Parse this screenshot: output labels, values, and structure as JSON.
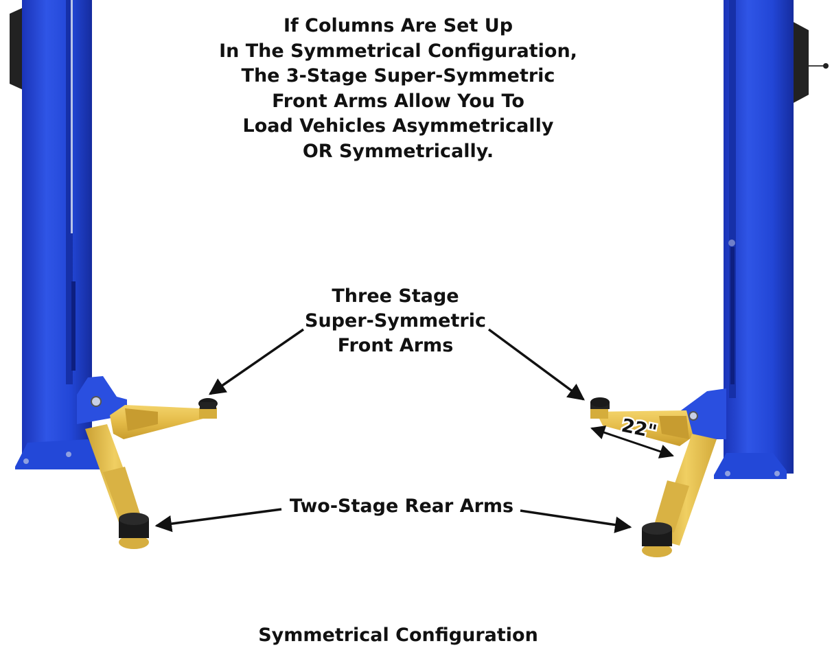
{
  "heading_lines": [
    "If Columns Are Set Up",
    "In The Symmetrical Configuration,",
    "The 3-Stage Super-Symmetric",
    "Front Arms Allow You To",
    "Load Vehicles Asymmetrically",
    "OR Symmetrically."
  ],
  "front_arms_label_lines": [
    "Three Stage",
    "Super-Symmetric",
    "Front Arms"
  ],
  "rear_arms_label": "Two-Stage Rear Arms",
  "dimension_label": "22\"",
  "caption": "Symmetrical Configuration",
  "colors": {
    "column_blue": "#1f3fcf",
    "arm_yellow": "#e8c14e",
    "pad_black": "#1a1a1a",
    "text": "#111111"
  }
}
